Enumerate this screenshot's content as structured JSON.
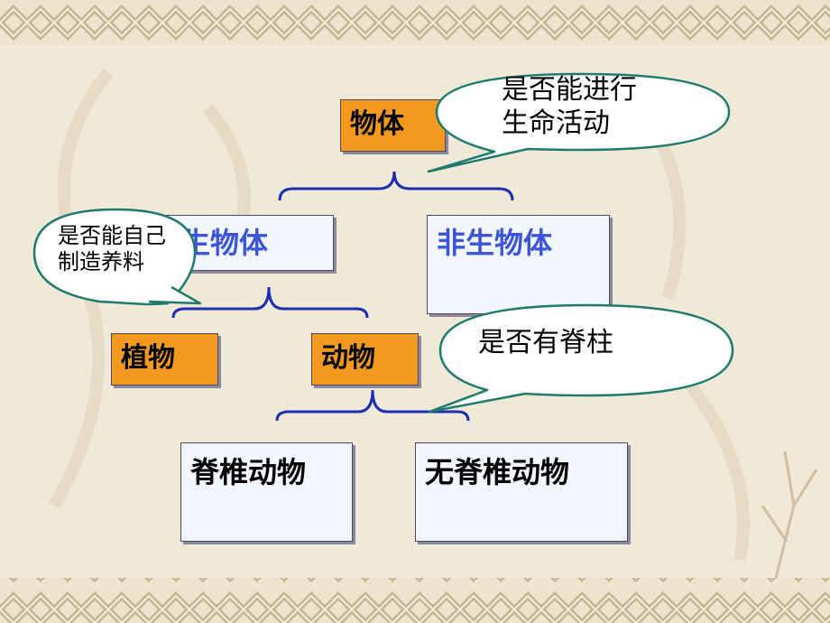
{
  "colors": {
    "background": "#f1e9d7",
    "border_pattern": "#cbbd9c",
    "node_orange": "#f39a1e",
    "node_light": "#f3f6ff",
    "blue_text": "#3a55d6",
    "bracket": "#1b2fb0",
    "callout_outline": "#1f7a6e"
  },
  "nodes": {
    "object": "物体",
    "living": "生物体",
    "nonliving": "非生物体",
    "plant": "植物",
    "animal": "动物",
    "vertebrate": "脊椎动物",
    "invertebrate": "无脊椎动物"
  },
  "callouts": {
    "life": [
      "是否能进行",
      "生命活动"
    ],
    "food": [
      "是否能自己",
      "制造养料"
    ],
    "spine": "是否有脊柱"
  }
}
